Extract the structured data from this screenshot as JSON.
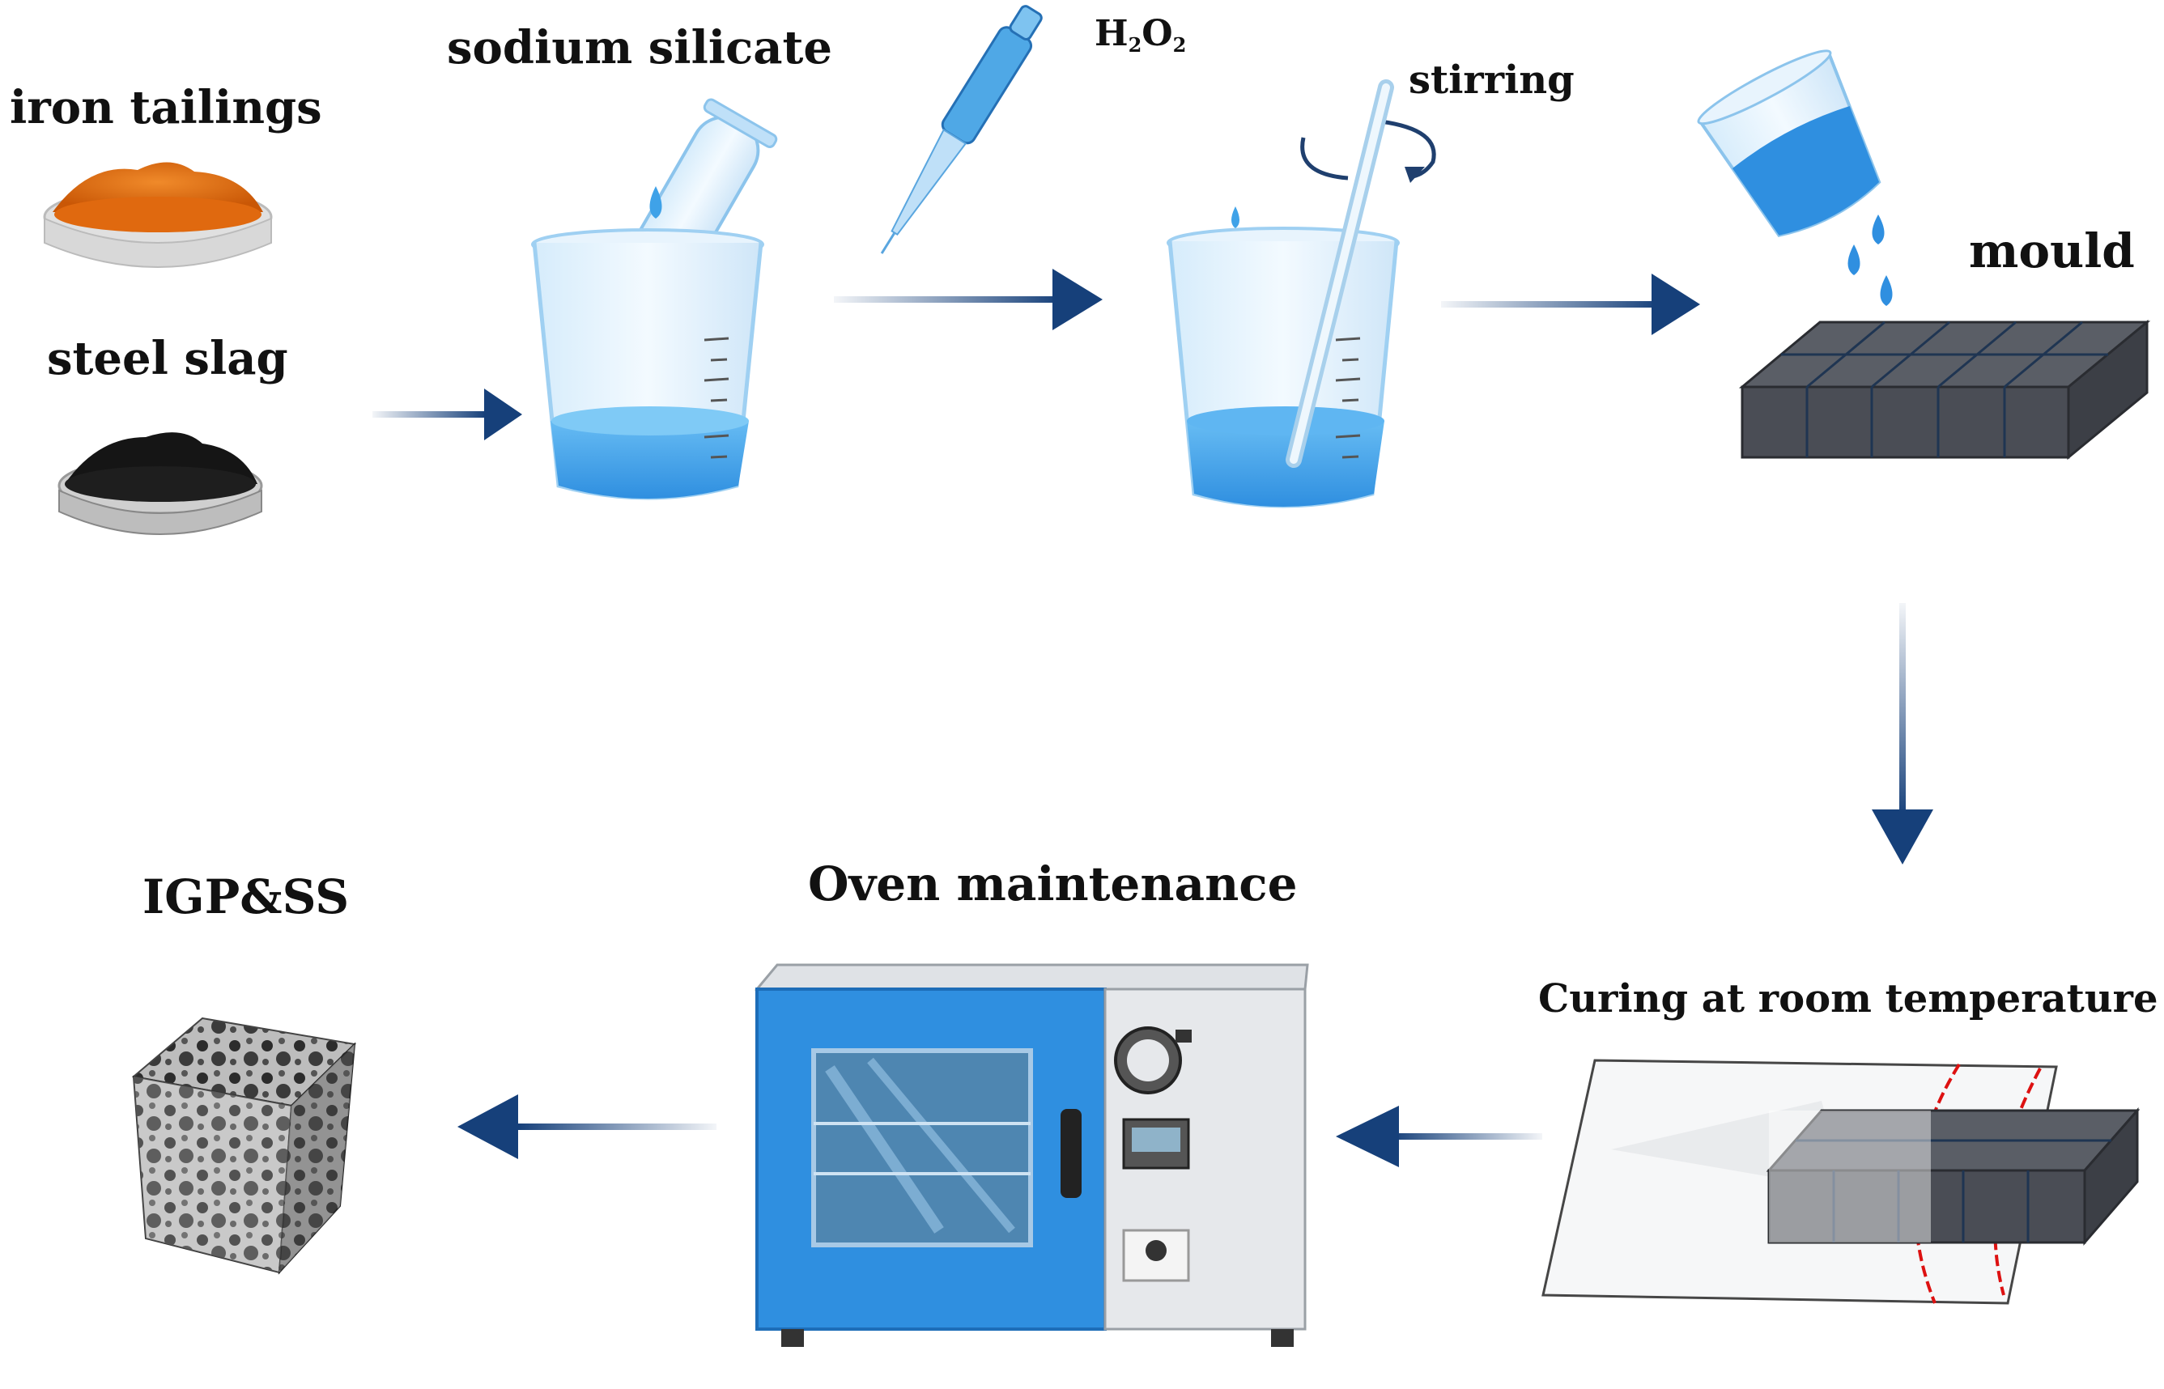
{
  "labels": {
    "iron_tailings": "iron tailings",
    "steel_slag": "steel slag",
    "sodium_silicate": "sodium silicate",
    "h2o2_main": "H",
    "h2o2_sub1": "2",
    "h2o2_mid": "O",
    "h2o2_sub2": "2",
    "stirring": "stirring",
    "mould": "mould",
    "curing": "Curing at room temperature",
    "oven": "Oven maintenance",
    "product": "IGP&SS"
  },
  "colors": {
    "arrow": "#16407a",
    "liquid": "#3fa2e8",
    "oven_door": "#2f8fe0",
    "iron_powder": "#e0690f",
    "steel_powder": "#151515",
    "mould_block": "#4a4d55"
  },
  "icons": [
    "beaker-icon",
    "test-tube-icon",
    "pipette-icon",
    "stir-rod-icon",
    "rotation-arrow-icon",
    "mould-grid-icon",
    "oven-icon",
    "curing-bag-icon",
    "porous-cube-icon",
    "flow-arrow-icon"
  ]
}
